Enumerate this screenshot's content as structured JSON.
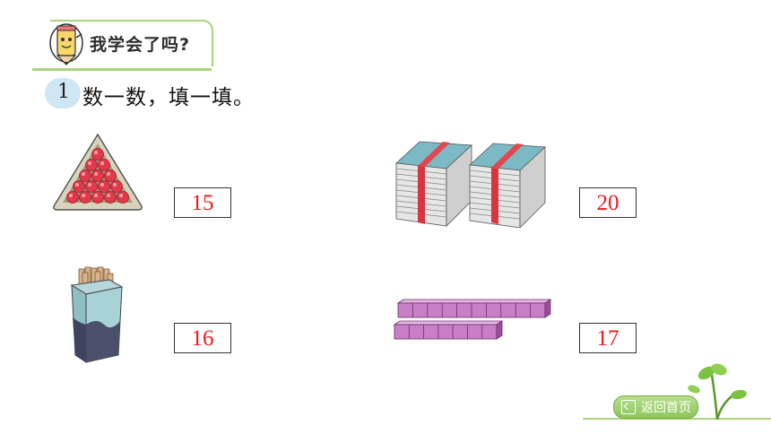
{
  "header": {
    "title": "我学会了吗?"
  },
  "task": {
    "number": "1",
    "instruction": "数一数，填一填。"
  },
  "items": [
    {
      "name": "billiard-balls",
      "answer": "15"
    },
    {
      "name": "books",
      "answer": "20"
    },
    {
      "name": "sticks",
      "answer": "16"
    },
    {
      "name": "cubes",
      "answer": "17"
    }
  ],
  "nav": {
    "home_label": "返回首页"
  },
  "colors": {
    "answer": "#ee1a1a",
    "accent_green": "#a9d47b",
    "task_badge": "#cfe6f5"
  }
}
